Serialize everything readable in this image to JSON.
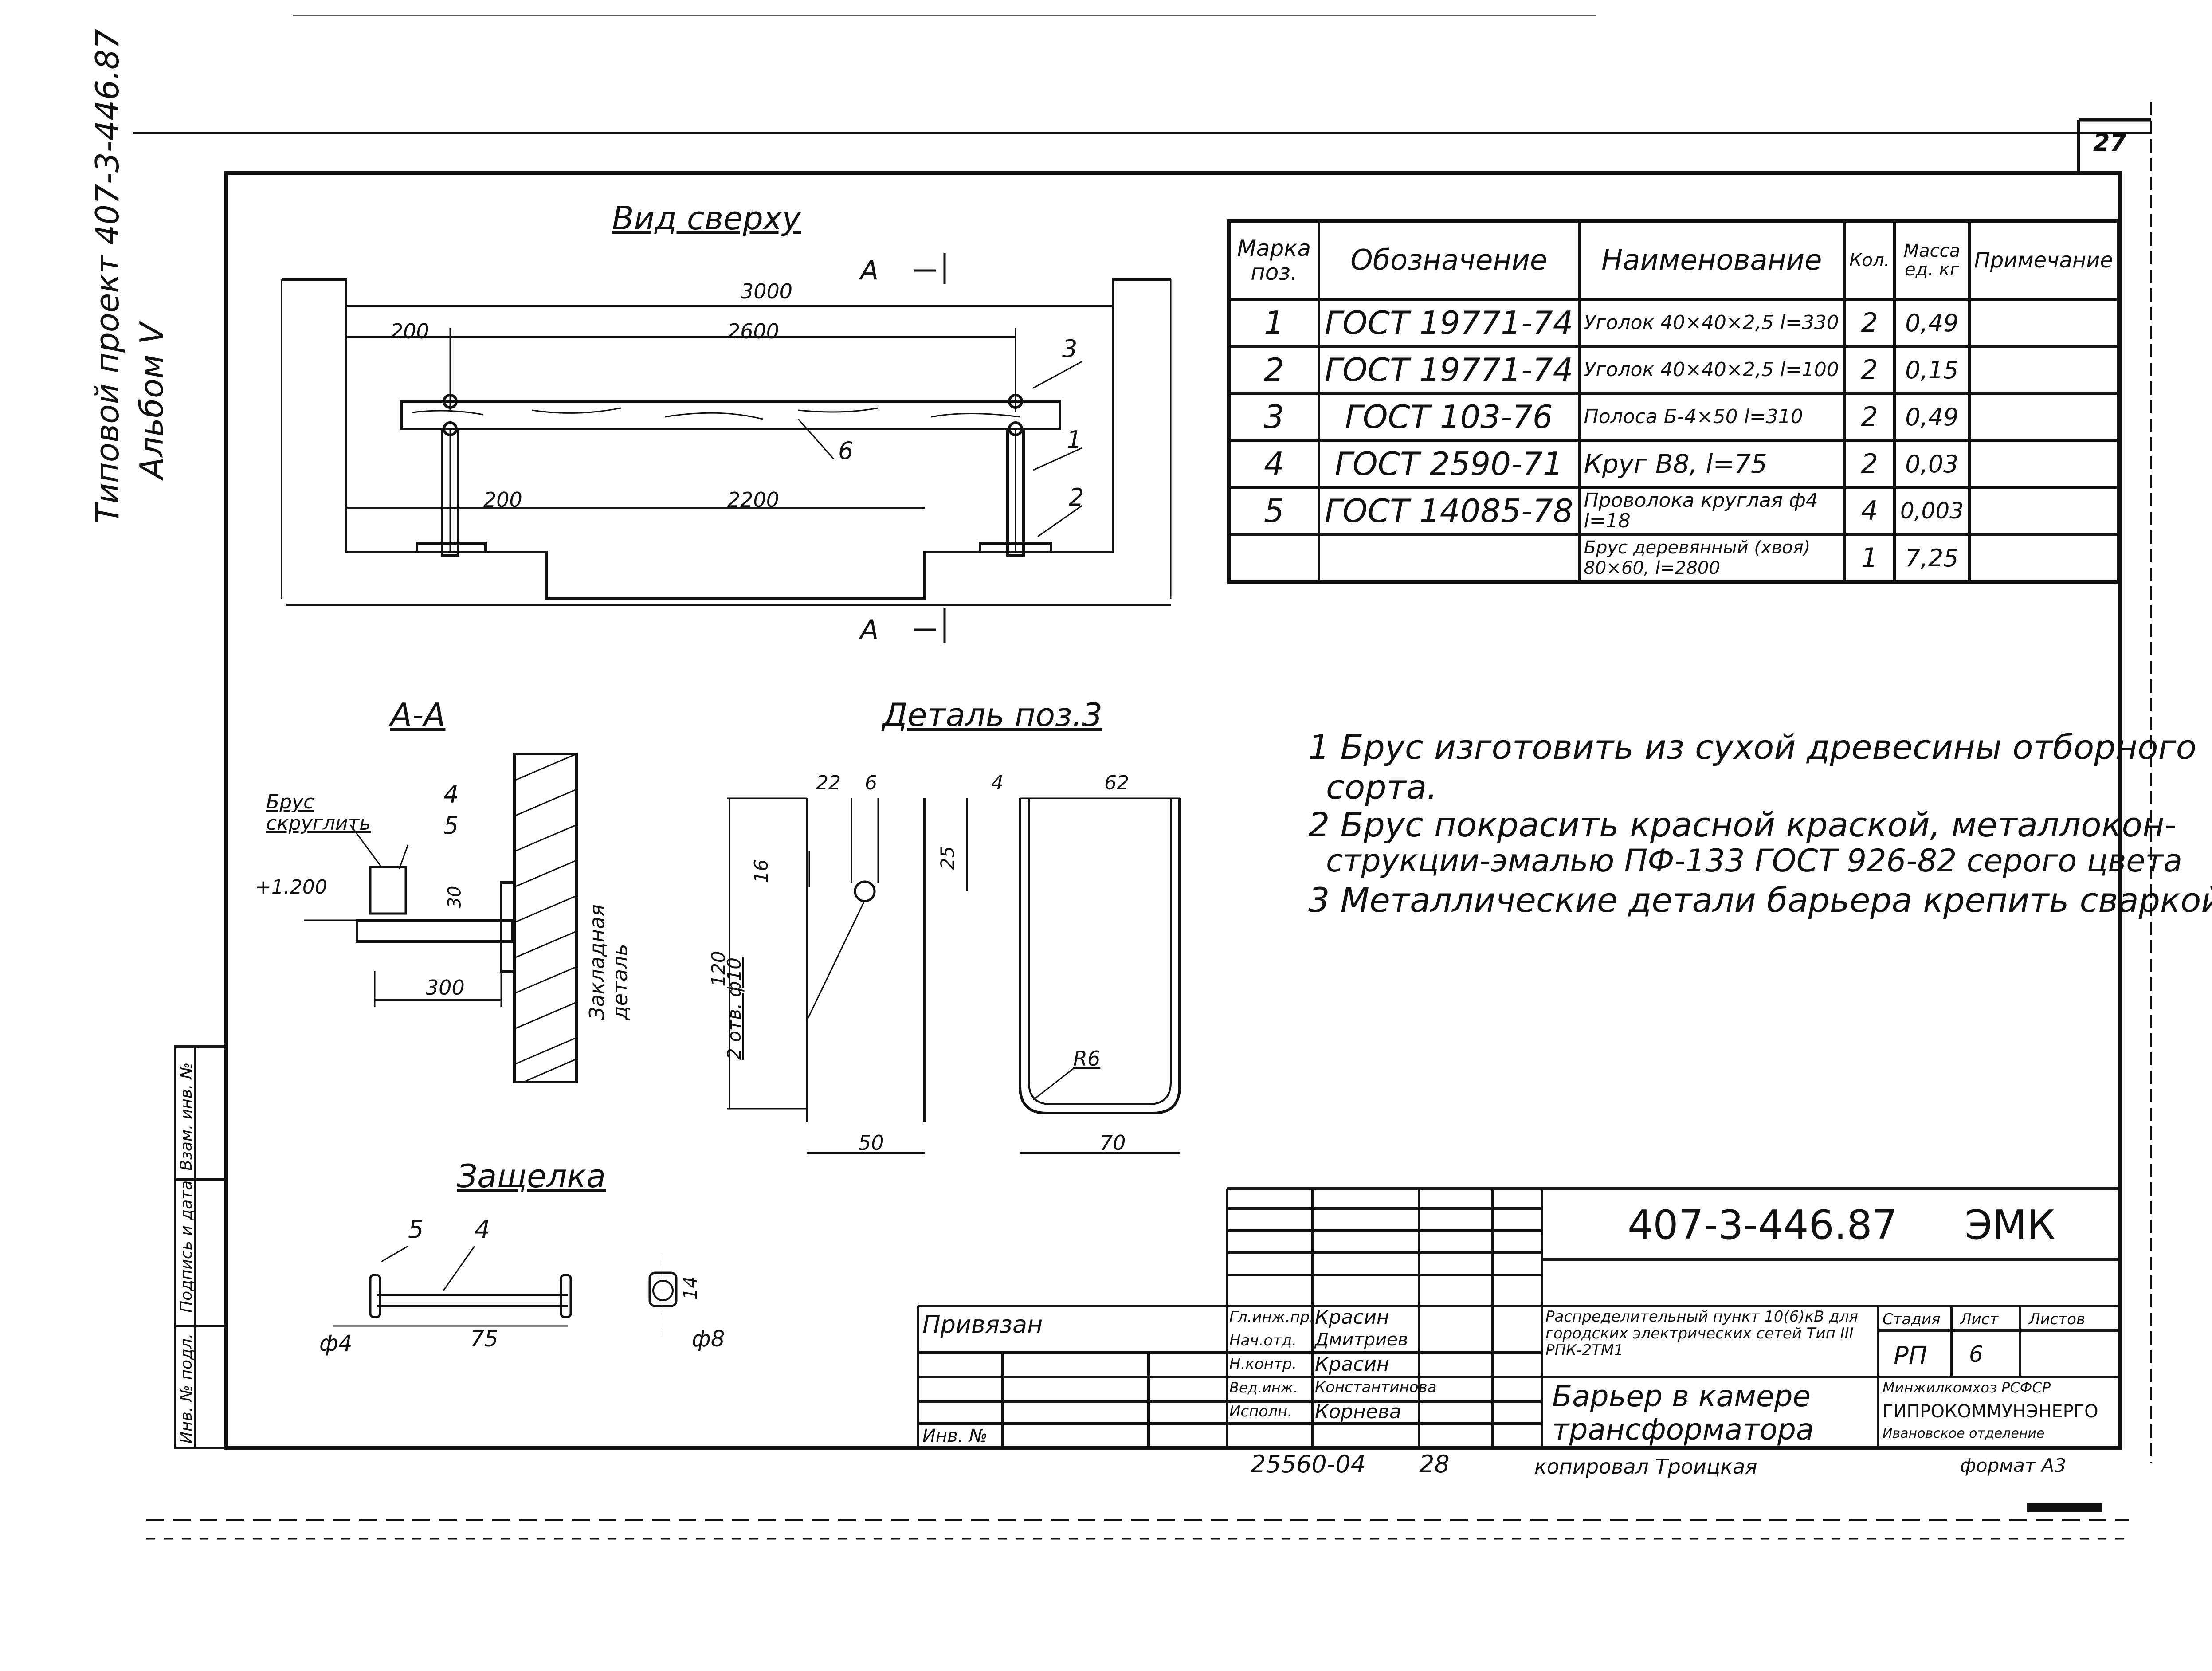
{
  "sheet_number": "27",
  "side_title": "Типовой проект 407-3-446.87",
  "side_album": "Альбом V",
  "left_stamp_labels": [
    "Инв. № подл.",
    "Подпись и дата",
    "Взам. инв. №"
  ],
  "views": {
    "top_view_title": "Вид сверху",
    "section_title": "А-А",
    "detail_title": "Деталь поз.3",
    "latch_title": "Защелка",
    "section_marker": "А"
  },
  "dimensions": {
    "top": [
      "3000",
      "200",
      "2600",
      "200",
      "2200"
    ],
    "section": [
      "+1.200",
      "30",
      "300"
    ],
    "detail": [
      "22",
      "6",
      "4",
      "62",
      "16",
      "25",
      "120",
      "2 отв. ф10",
      "50",
      "70",
      "R6"
    ],
    "latch": [
      "ф4",
      "75",
      "ф8",
      "14"
    ]
  },
  "leader_labels": {
    "top": [
      "3",
      "1",
      "2",
      "6"
    ],
    "section": [
      "4",
      "5"
    ],
    "latch": [
      "5",
      "4"
    ]
  },
  "section_labels": {
    "rounding_note": "Брус скруглить",
    "embedded": "Закладная деталь"
  },
  "spec_table": {
    "headers": [
      "Марка поз.",
      "Обозначение",
      "Наименование",
      "Кол.",
      "Масса ед. кг",
      "Примечание"
    ],
    "rows": [
      {
        "pos": "1",
        "code": "ГОСТ 19771-74",
        "name": "Уголок 40×40×2,5 l=330",
        "qty": "2",
        "mass": "0,49",
        "note": ""
      },
      {
        "pos": "2",
        "code": "ГОСТ 19771-74",
        "name": "Уголок 40×40×2,5 l=100",
        "qty": "2",
        "mass": "0,15",
        "note": ""
      },
      {
        "pos": "3",
        "code": "ГОСТ 103-76",
        "name": "Полоса Б-4×50 l=310",
        "qty": "2",
        "mass": "0,49",
        "note": ""
      },
      {
        "pos": "4",
        "code": "ГОСТ 2590-71",
        "name": "Круг В8, l=75",
        "qty": "2",
        "mass": "0,03",
        "note": ""
      },
      {
        "pos": "5",
        "code": "ГОСТ 14085-78",
        "name": "Проволока круглая ф4 l=18",
        "qty": "4",
        "mass": "0,003",
        "note": ""
      },
      {
        "pos": "",
        "code": "",
        "name": "Брус деревянный (хвоя) 80×60, l=2800",
        "qty": "1",
        "mass": "7,25",
        "note": ""
      }
    ]
  },
  "notes": [
    "1 Брус изготовить из сухой древесины отборного",
    "сорта.",
    "2 Брус покрасить красной краской, металлокон-",
    "струкции-эмалью ПФ-133 ГОСТ 926-82 серого цвета",
    "3 Металлические детали барьера крепить сваркой."
  ],
  "title_block": {
    "doc_code": "407-3-446.87",
    "section_code": "ЭМК",
    "tied": "Привязан",
    "inv": "Инв. №",
    "staff": [
      {
        "role": "Гл.инж.пр.",
        "name": "Красин"
      },
      {
        "role": "Нач.отд.",
        "name": "Дмитриев"
      },
      {
        "role": "Н.контр.",
        "name": "Красин"
      },
      {
        "role": "Вед.инж.",
        "name": "Константинова"
      },
      {
        "role": "Исполн.",
        "name": "Корнева"
      }
    ],
    "project_title": "Распределительный пункт 10(6)кВ для городских электрических сетей Тип III РПК-2ТМ1",
    "sheet_title_1": "Барьер в камере",
    "sheet_title_2": "трансформатора",
    "stage_header": "Стадия",
    "sheet_header": "Лист",
    "sheets_header": "Листов",
    "stage": "РП",
    "sheet": "6",
    "org_1": "Минжилкомхоз РСФСР",
    "org_2": "ГИПРОКОММУНЭНЕРГО",
    "org_3": "Ивановское отделение",
    "order": "25560-04",
    "page": "28",
    "copied": "копировал Троицкая",
    "format": "формат А3"
  }
}
